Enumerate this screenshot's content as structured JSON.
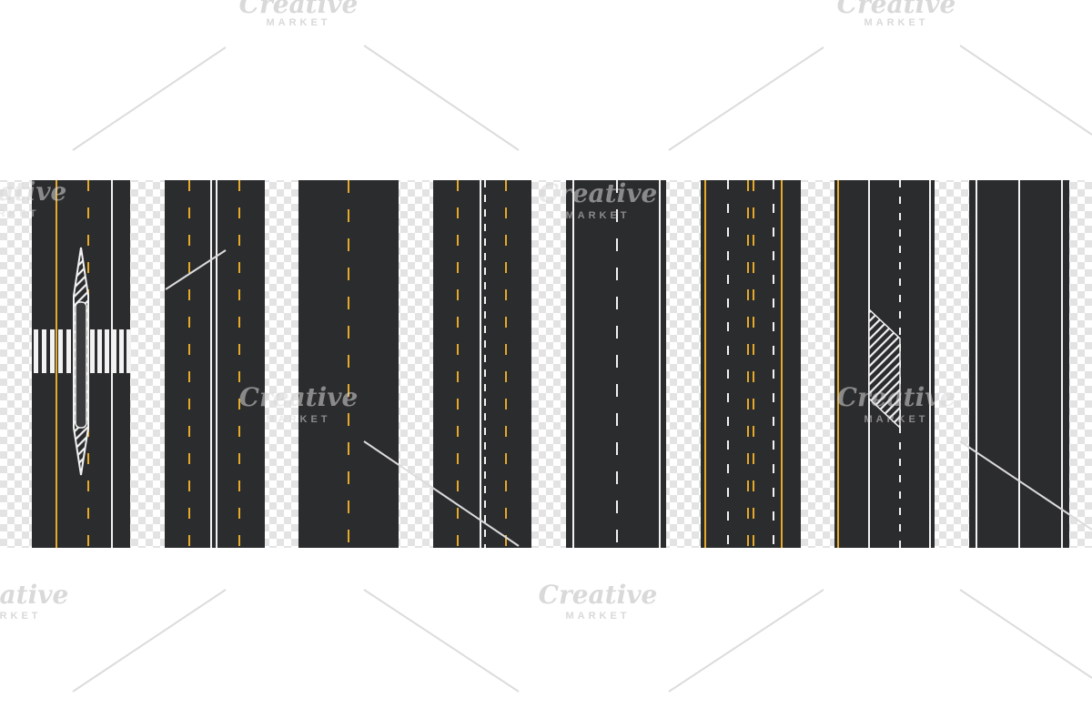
{
  "watermark": {
    "brand": "Creative",
    "tagline": "MARKET"
  },
  "colors": {
    "page_background": "#ffffff",
    "checker_light": "#ffffff",
    "checker_dark": "#e3e3e3",
    "asphalt": "#2b2c2e",
    "line_white": "#f2f2f2",
    "line_yellow": "#e6a92a",
    "watermark": "#d9d9d9"
  },
  "roads": [
    {
      "name": "road-crosswalk-island"
    },
    {
      "name": "road-four-lane-yellow-dashed"
    },
    {
      "name": "road-two-lane-yellow-center"
    },
    {
      "name": "road-yellow-white-dashed"
    },
    {
      "name": "road-white-dashed-one-way"
    },
    {
      "name": "road-double-yellow-white-dashed"
    },
    {
      "name": "road-hatched-merge"
    },
    {
      "name": "road-plain-white-lines"
    }
  ]
}
